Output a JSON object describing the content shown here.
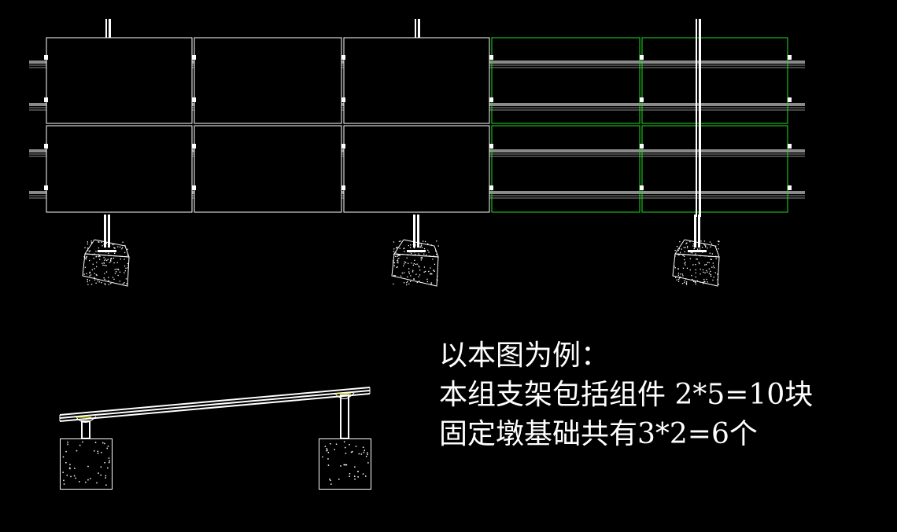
{
  "colors": {
    "background": "#000000",
    "line": "#ffffff",
    "rail": "#8a8a8a",
    "highlight_module": "#22dd22",
    "bracket_accent": "#ffff00"
  },
  "plan_view": {
    "module_rows": 2,
    "module_columns": 5,
    "highlighted_columns": [
      4,
      5
    ],
    "rail_count": 4,
    "pier_count": 3
  },
  "side_view": {
    "pier_count": 2
  },
  "notes": [
    "以本图为例：",
    "本组支架包括组件 2*5=10块",
    "固定墩基础共有3*2=6个"
  ],
  "icons": {
    "pier": "concrete-block-icon",
    "post": "post-icon",
    "clamp": "clamp-icon"
  }
}
